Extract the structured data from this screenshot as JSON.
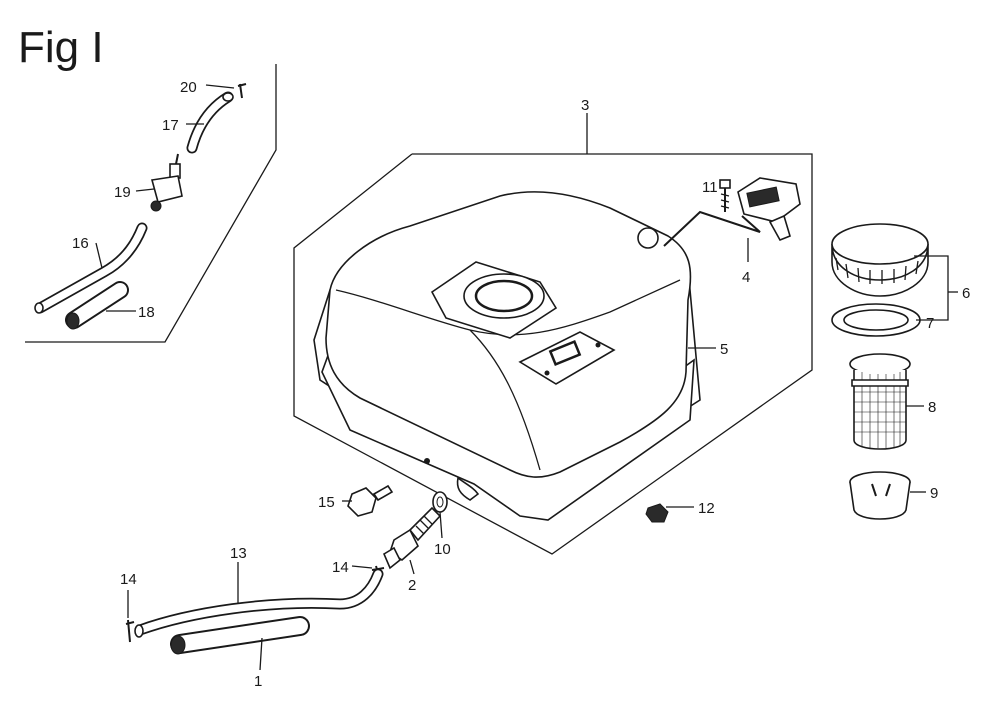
{
  "figure_title": "Fig I",
  "callouts": {
    "c1": "1",
    "c2": "2",
    "c3": "3",
    "c4": "4",
    "c5": "5",
    "c6": "6",
    "c7": "7",
    "c8": "8",
    "c9": "9",
    "c10": "10",
    "c11": "11",
    "c12": "12",
    "c13": "13",
    "c14a": "14",
    "c14b": "14",
    "c15": "15",
    "c16": "16",
    "c17": "17",
    "c18": "18",
    "c19": "19",
    "c20": "20"
  }
}
